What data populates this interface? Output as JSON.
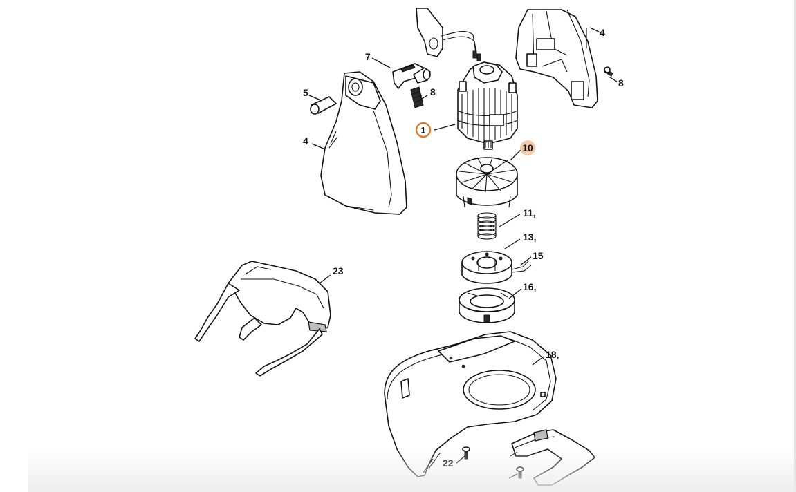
{
  "diagram": {
    "labels": {
      "p1": "1",
      "p4_left": "4",
      "p4_right": "4",
      "p5": "5",
      "p7": "7",
      "p8_left": "8",
      "p8_right": "8",
      "p10": "10",
      "p11": "11,",
      "p13": "13,",
      "p15": "15",
      "p16": "16,",
      "p18": "18,",
      "p22": "22",
      "p23": "23"
    },
    "colors": {
      "selected_ring": "#e0782a",
      "highlight_fill": "#f6c9a6",
      "line": "#111111"
    }
  }
}
